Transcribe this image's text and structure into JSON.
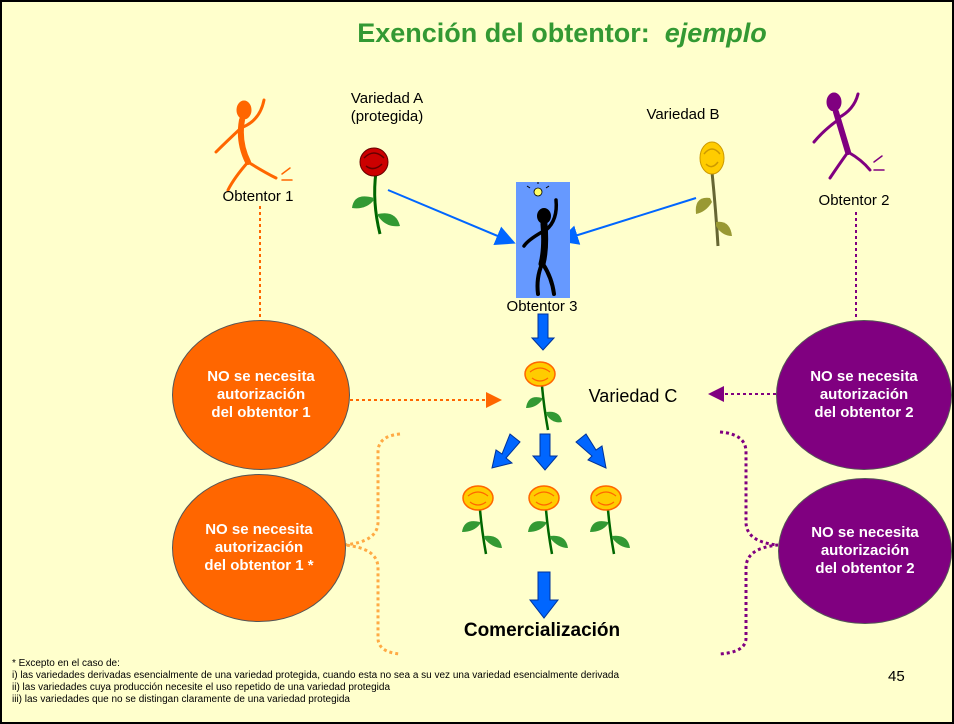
{
  "title": {
    "main": "Exención del obtentor:",
    "emph": "ejemplo"
  },
  "labels": {
    "variety_a_line1": "Variedad A",
    "variety_a_line2": "(protegida)",
    "variety_b": "Variedad B",
    "breeder1": "Obtentor 1",
    "breeder2": "Obtentor 2",
    "breeder3": "Obtentor 3",
    "variety_c": "Variedad C",
    "commercialization": "Comercialización"
  },
  "circles": {
    "top_left": "NO se necesita\nautorización\ndel obtentor 1",
    "top_right": "NO se necesita\nautorización\ndel obtentor 2",
    "bottom_left": "NO se necesita\nautorización\ndel obtentor 1 *",
    "bottom_right": "NO se necesita\nautorización\ndel obtentor 2"
  },
  "footnote": {
    "intro": "* Excepto en el caso de:",
    "items": [
      "i)   las variedades derivadas esencialmente de una variedad protegida, cuando esta no sea a su vez una variedad esencialmente derivada",
      "ii)  las variedades cuya producción necesite el uso repetido de una variedad protegida",
      "iii) las variedades que no se distingan claramente de una variedad protegida"
    ]
  },
  "page_number": "45",
  "colors": {
    "background": "#ffffcc",
    "title": "#339933",
    "orange": "#ff6600",
    "purple": "#800080",
    "arrow_blue": "#0066ff",
    "rose_red": "#cc0000",
    "rose_yellow": "#ffcc00"
  }
}
